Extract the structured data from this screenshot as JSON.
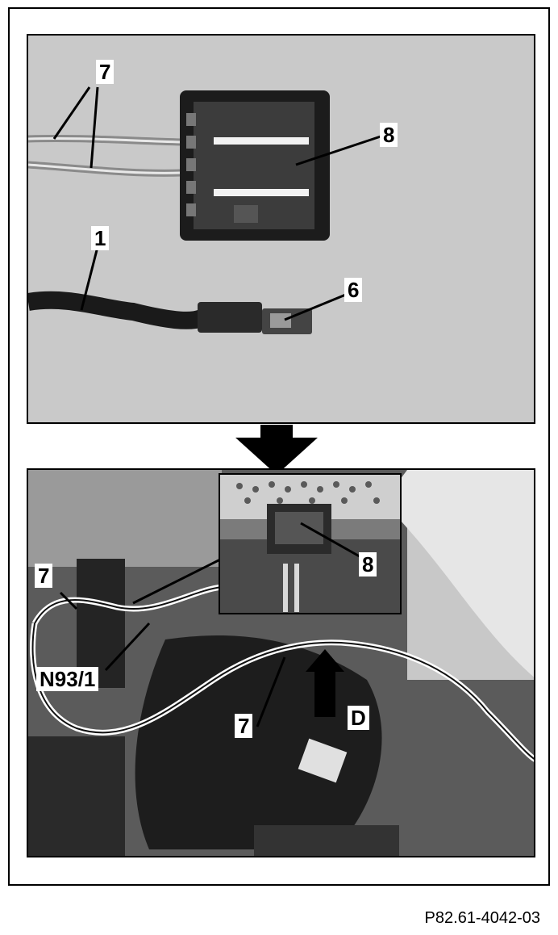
{
  "figure": {
    "callouts_top": {
      "wire": "7",
      "connector": "8",
      "harness": "1",
      "plug": "6"
    },
    "callouts_bottom": {
      "wire_left": "7",
      "connector_inset": "8",
      "control_unit": "N93/1",
      "wire_center": "7",
      "view_direction": "D"
    },
    "figure_code": "P82.61-4042-03"
  }
}
